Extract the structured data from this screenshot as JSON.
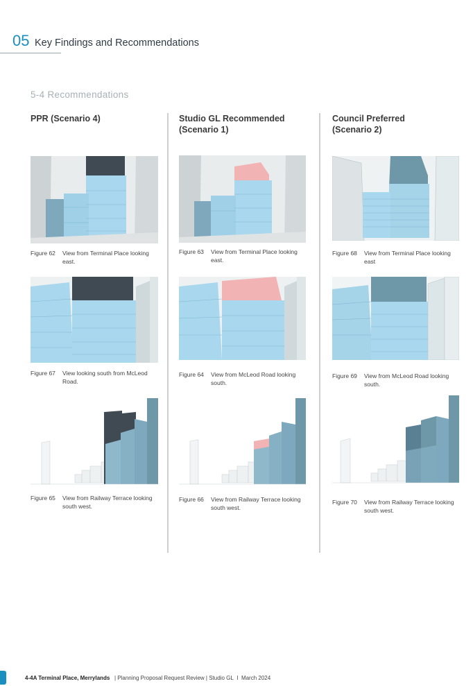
{
  "header": {
    "chapter_number": "05",
    "chapter_title": "Key Findings and Recommendations"
  },
  "section": {
    "title": "5-4   Recommendations"
  },
  "columns": [
    {
      "heading_line1": "PPR (Scenario 4)",
      "heading_line2": ""
    },
    {
      "heading_line1": "Studio GL Recommended",
      "heading_line2": "(Scenario 1)"
    },
    {
      "heading_line1": "Council Preferred",
      "heading_line2": "(Scenario 2)"
    }
  ],
  "figures": {
    "fig62": {
      "number": "Figure 62",
      "text": "View from Terminal Place looking east."
    },
    "fig67": {
      "number": "Figure 67",
      "text": "View looking south from McLeod Road."
    },
    "fig65": {
      "number": "Figure 65",
      "text": "View from Railway Terrace looking south west."
    },
    "fig63": {
      "number": "Figure 63",
      "text": "View from Terminal Place looking east."
    },
    "fig64": {
      "number": "Figure 64",
      "text": "View from McLeod Road looking south."
    },
    "fig66": {
      "number": "Figure 66",
      "text": "View from Railway Terrace looking south west."
    },
    "fig68": {
      "number": "Figure 68",
      "text": "View from Terminal Place looking east"
    },
    "fig69": {
      "number": "Figure 69",
      "text": "View from McLeod Road looking south."
    },
    "fig70": {
      "number": "Figure 70",
      "text": "View from Railway Terrace looking south west."
    }
  },
  "footer": {
    "project": "4-4A Terminal Place, Merrylands",
    "sep1": "|",
    "report": "Planning Proposal Request Review",
    "sep2": "|",
    "firm": "Studio GL",
    "sep3": "I",
    "date": "March 2024"
  },
  "colors": {
    "accent": "#1a8fc0",
    "building_blue": "#a9d8ee",
    "tower_dark": "#3f4a52",
    "recommended_pink": "#f1b3b3"
  }
}
